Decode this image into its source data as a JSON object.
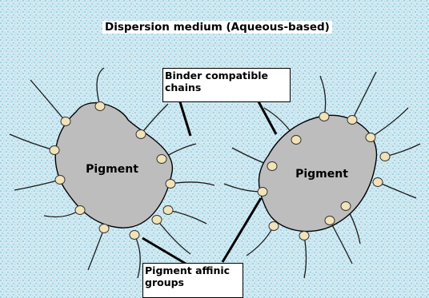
{
  "title": "Dispersion medium (Aqueous-based)",
  "particles": [
    {
      "label": "Pigment"
    },
    {
      "label": "Pigment"
    }
  ],
  "callouts": {
    "binder": "Binder compatible chains",
    "affinic": "Pigment affinic groups"
  },
  "colors": {
    "medium": "#a8d8e6",
    "pigment": "#bdbdbd",
    "group": "#f2e2b8",
    "chain": "#1a1a1a"
  }
}
